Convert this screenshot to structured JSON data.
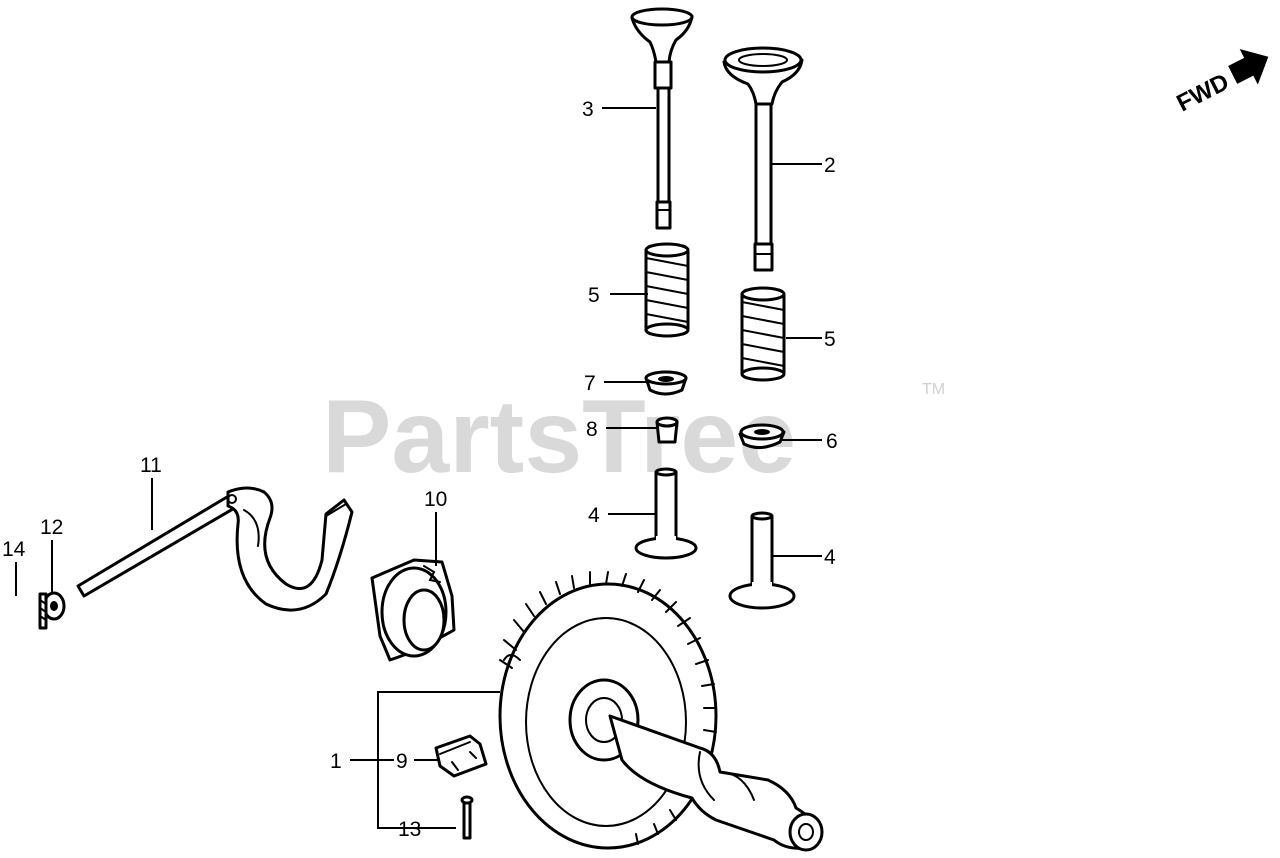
{
  "watermark": {
    "text": "PartsTree",
    "trademark": "TM"
  },
  "direction_marker": {
    "text": "FWD",
    "icon": "arrow-right-icon"
  },
  "callouts": {
    "c1": "1",
    "c2": "2",
    "c3": "3",
    "c4a": "4",
    "c4b": "4",
    "c5a": "5",
    "c5b": "5",
    "c6": "6",
    "c7": "7",
    "c8": "8",
    "c9": "9",
    "c10": "10",
    "c11": "11",
    "c12": "12",
    "c13": "13",
    "c14": "14"
  },
  "colors": {
    "ink": "#000000",
    "watermark": "#d9d9d9",
    "background": "#ffffff"
  }
}
